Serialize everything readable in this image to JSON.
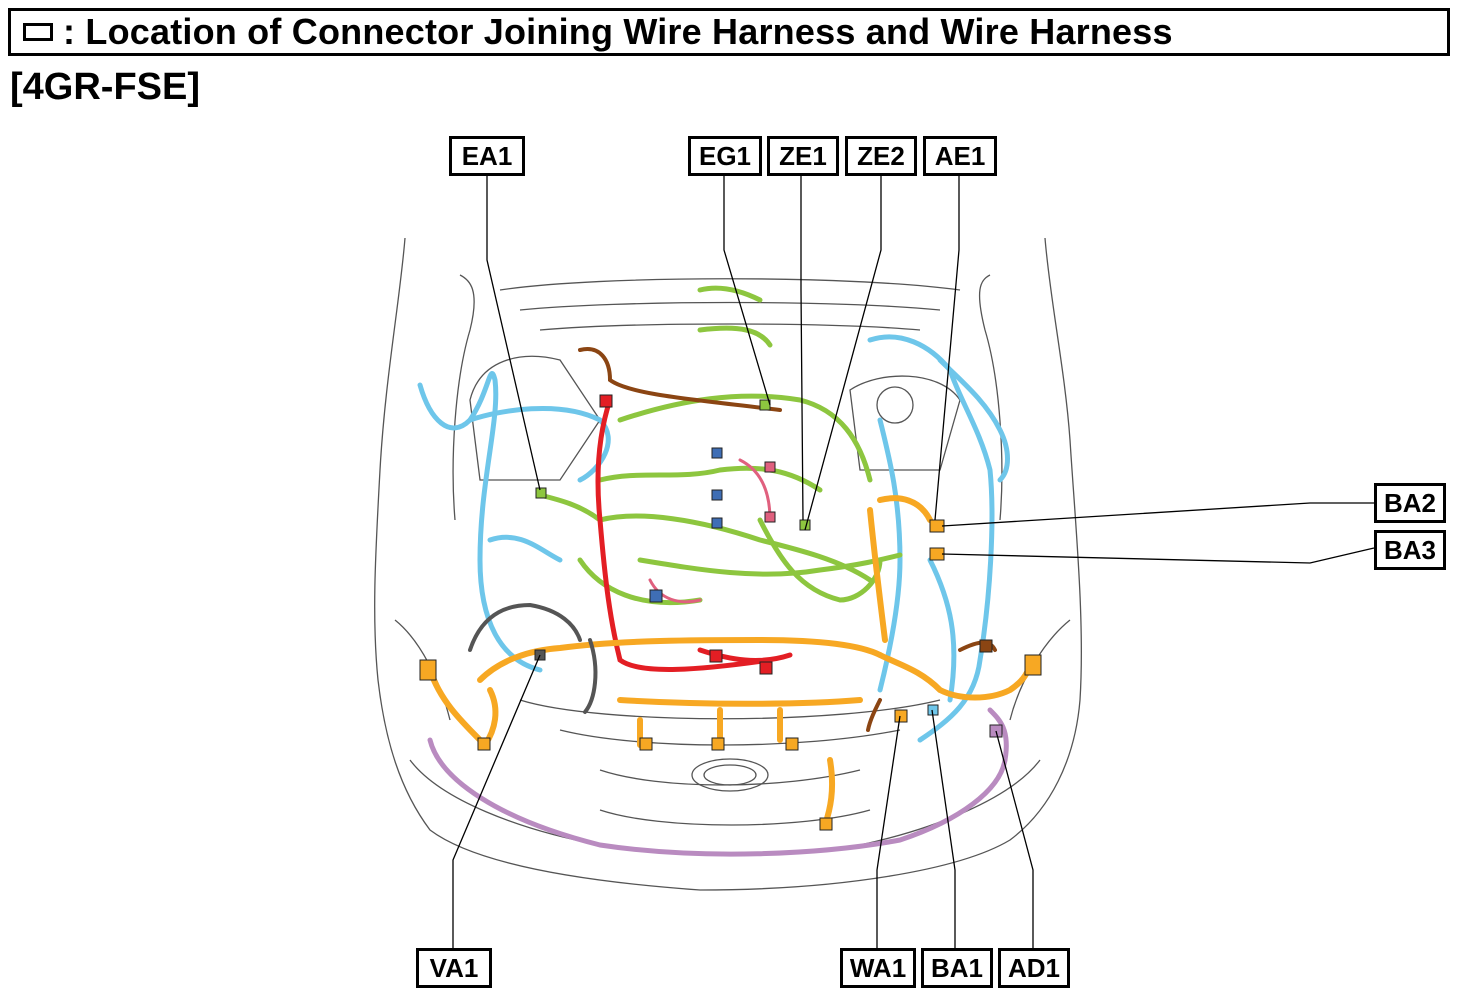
{
  "header": {
    "legend_icon": "open-rectangle-icon",
    "title": ": Location of Connector Joining Wire Harness and Wire Harness"
  },
  "subtitle": "[4GR-FSE]",
  "connectors": {
    "ea1": "EA1",
    "eg1": "EG1",
    "ze1": "ZE1",
    "ze2": "ZE2",
    "ae1": "AE1",
    "ba2": "BA2",
    "ba3": "BA3",
    "va1": "VA1",
    "wa1": "WA1",
    "ba1": "BA1",
    "ad1": "AD1"
  },
  "harness_colors": {
    "engine_green": "#8dc63f",
    "cowl_blue": "#6ec6ea",
    "engine_room_orange": "#f7a823",
    "red": "#e31e24",
    "brown": "#8b4513",
    "purple": "#b98bc0",
    "pink": "#e0607e",
    "dark_gray": "#555555",
    "dark_blue": "#3f6eb5"
  }
}
